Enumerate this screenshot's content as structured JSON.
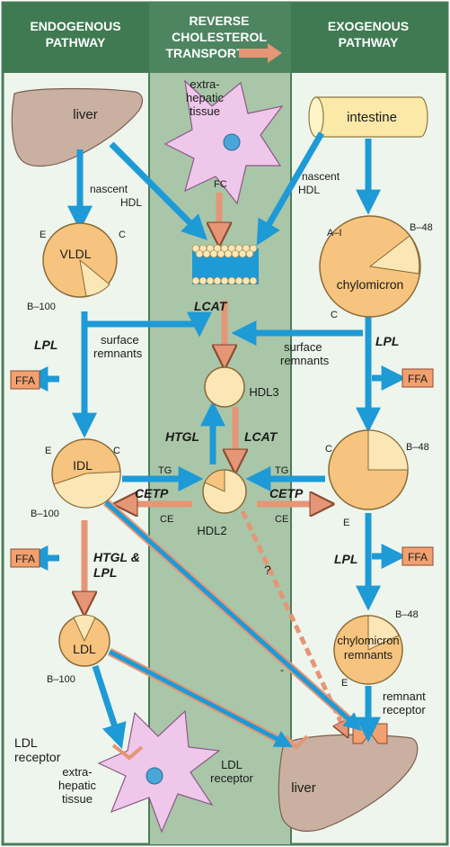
{
  "headers": {
    "endogenous": [
      "ENDOGENOUS",
      "PATHWAY"
    ],
    "reverse": [
      "REVERSE",
      "CHOLESTEROL",
      "TRANSPORT"
    ],
    "exogenous": [
      "EXOGENOUS",
      "PATHWAY"
    ]
  },
  "organs": {
    "liver_top": "liver",
    "liver_bottom": "liver",
    "intestine": "intestine",
    "extrahepatic_top": [
      "extra-",
      "hepatic",
      "tissue"
    ],
    "extrahepatic_bottom": [
      "extra-",
      "hepatic",
      "tissue"
    ]
  },
  "particles": {
    "vldl": "VLDL",
    "idl": "IDL",
    "ldl": "LDL",
    "hdl3": "HDL3",
    "hdl2": "HDL2",
    "chylomicron": "chylomicron",
    "chylo_remnants": [
      "chylomicron",
      "remnants"
    ]
  },
  "apo": {
    "e": "E",
    "c": "C",
    "b100": "B–100",
    "b48": "B–48",
    "a1": "A–I"
  },
  "labels": {
    "nascent_hdl_left": [
      "nascent",
      "HDL"
    ],
    "nascent_hdl_right": [
      "nascent",
      "HDL"
    ],
    "fc": "FC",
    "surface_remnants_left": [
      "surface",
      "remnants"
    ],
    "surface_remnants_right": [
      "surface",
      "remnants"
    ],
    "ffa": "FFA",
    "tg": "TG",
    "ce": "CE",
    "question": "?",
    "dash": "-",
    "ldl_receptor_left": [
      "LDL",
      "receptor"
    ],
    "ldl_receptor_bottom": [
      "LDL",
      "receptor"
    ],
    "remnant_receptor": [
      "remnant",
      "receptor"
    ]
  },
  "enzymes": {
    "lcat": "LCAT",
    "lpl": "LPL",
    "htgl": "HTGL",
    "cetp": "CETP",
    "htgl_lpl": [
      "HTGL &",
      "LPL"
    ]
  },
  "colors": {
    "header_bg": "#3f7a52",
    "center_bg": "#a9c6a8",
    "side_bg": "#eef5ec",
    "blue_arrow": "#1e9ad6",
    "salmon_arrow": "#e59676",
    "particle_fill": "#f6c47e",
    "particle_light": "#fbe6b5",
    "organ_liver": "#c9b0a0",
    "organ_tissue": "#efc7ea",
    "intestine": "#fbe9a8",
    "ffa_box": "#f2a06f"
  }
}
